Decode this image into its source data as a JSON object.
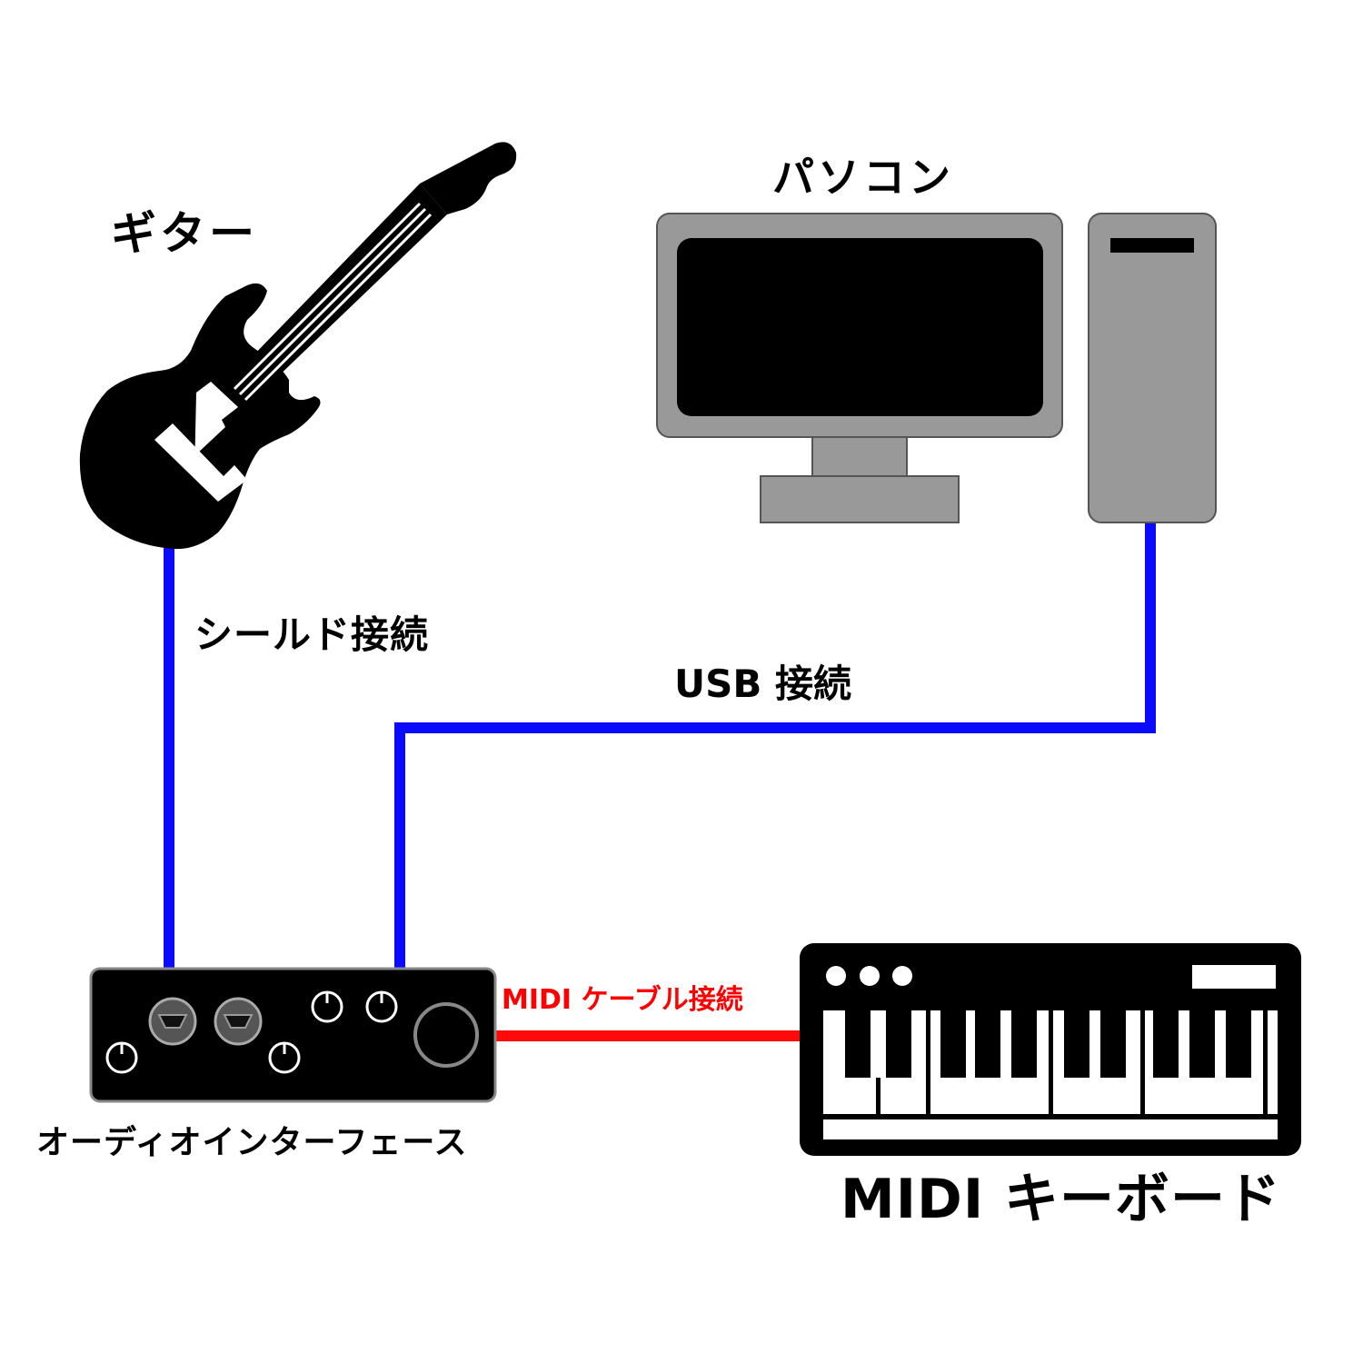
{
  "labels": {
    "guitar": "ギター",
    "pc": "パソコン",
    "shield_connection": "シールド接続",
    "usb_connection": "USB 接続",
    "midi_cable_connection": "MIDI ケーブル接続",
    "audio_interface": "オーディオインターフェース",
    "midi_keyboard": "MIDI キーボード"
  },
  "colors": {
    "usb_and_shield_cable": "#0a0aff",
    "midi_cable": "#ff0a0a",
    "device_black": "#000000",
    "pc_gray": "#999999",
    "text": "#000000",
    "midi_label_text": "#ff0000"
  },
  "icons": [
    "guitar-icon",
    "monitor-icon",
    "pc-tower-icon",
    "audio-interface-icon",
    "midi-keyboard-icon"
  ]
}
